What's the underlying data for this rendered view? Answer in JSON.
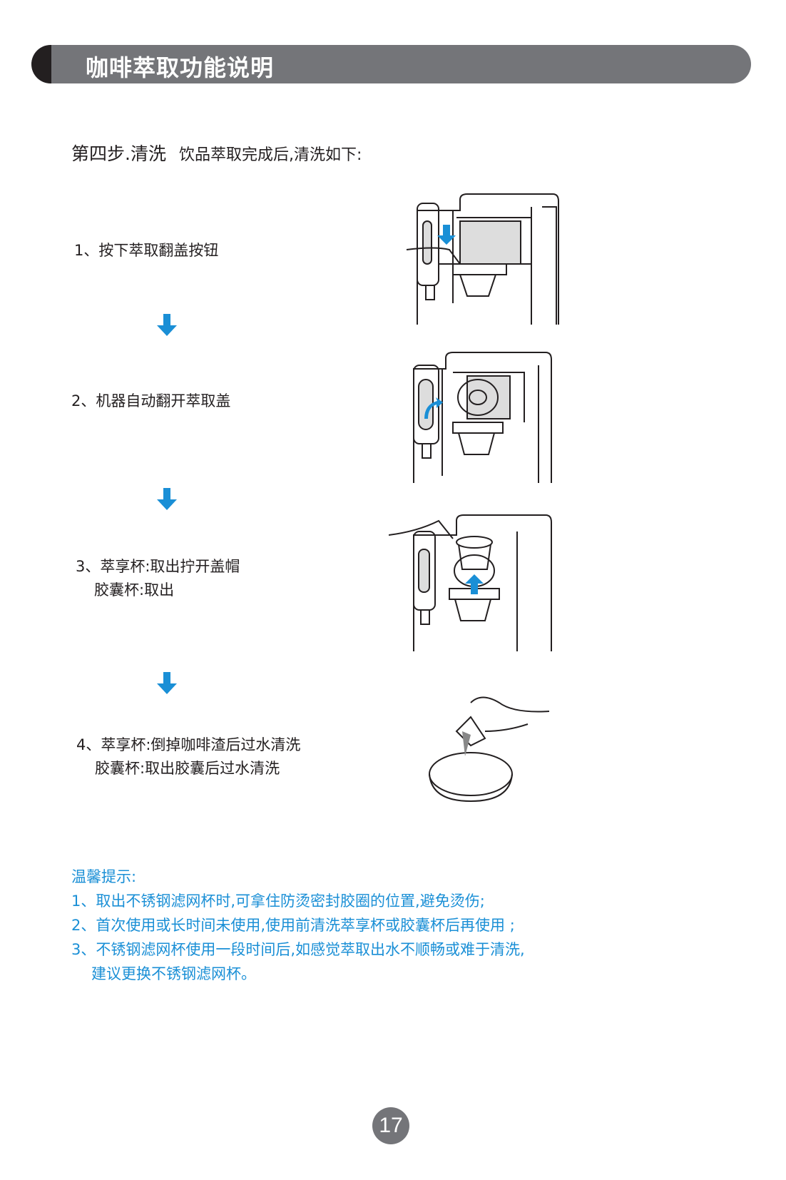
{
  "header": {
    "title": "咖啡萃取功能说明"
  },
  "section": {
    "title": "第四步.清洗",
    "subtitle": "饮品萃取完成后,清洗如下:"
  },
  "steps": [
    {
      "lines": [
        "1、按下萃取翻盖按钮"
      ]
    },
    {
      "lines": [
        "2、机器自动翻开萃取盖"
      ]
    },
    {
      "lines": [
        "3、萃享杯:取出拧开盖帽",
        "胶囊杯:取出"
      ]
    },
    {
      "lines": [
        "4、萃享杯:倒掉咖啡渣后过水清洗",
        "胶囊杯:取出胶囊后过水清洗"
      ]
    }
  ],
  "tips": {
    "title": "温馨提示:",
    "items": [
      "1、取出不锈钢滤网杯时,可拿住防烫密封胶圈的位置,避免烫伤;",
      "2、首次使用或长时间未使用,使用前清洗萃享杯或胶囊杯后再使用 ;",
      "3、不锈钢滤网杯使用一段时间后,如感觉萃取出水不顺畅或难于清洗,"
    ],
    "continuation": "建议更换不锈钢滤网杯。"
  },
  "page_number": "17",
  "colors": {
    "accent": "#1a8fd6",
    "header": "#747579",
    "dark": "#231f20"
  }
}
